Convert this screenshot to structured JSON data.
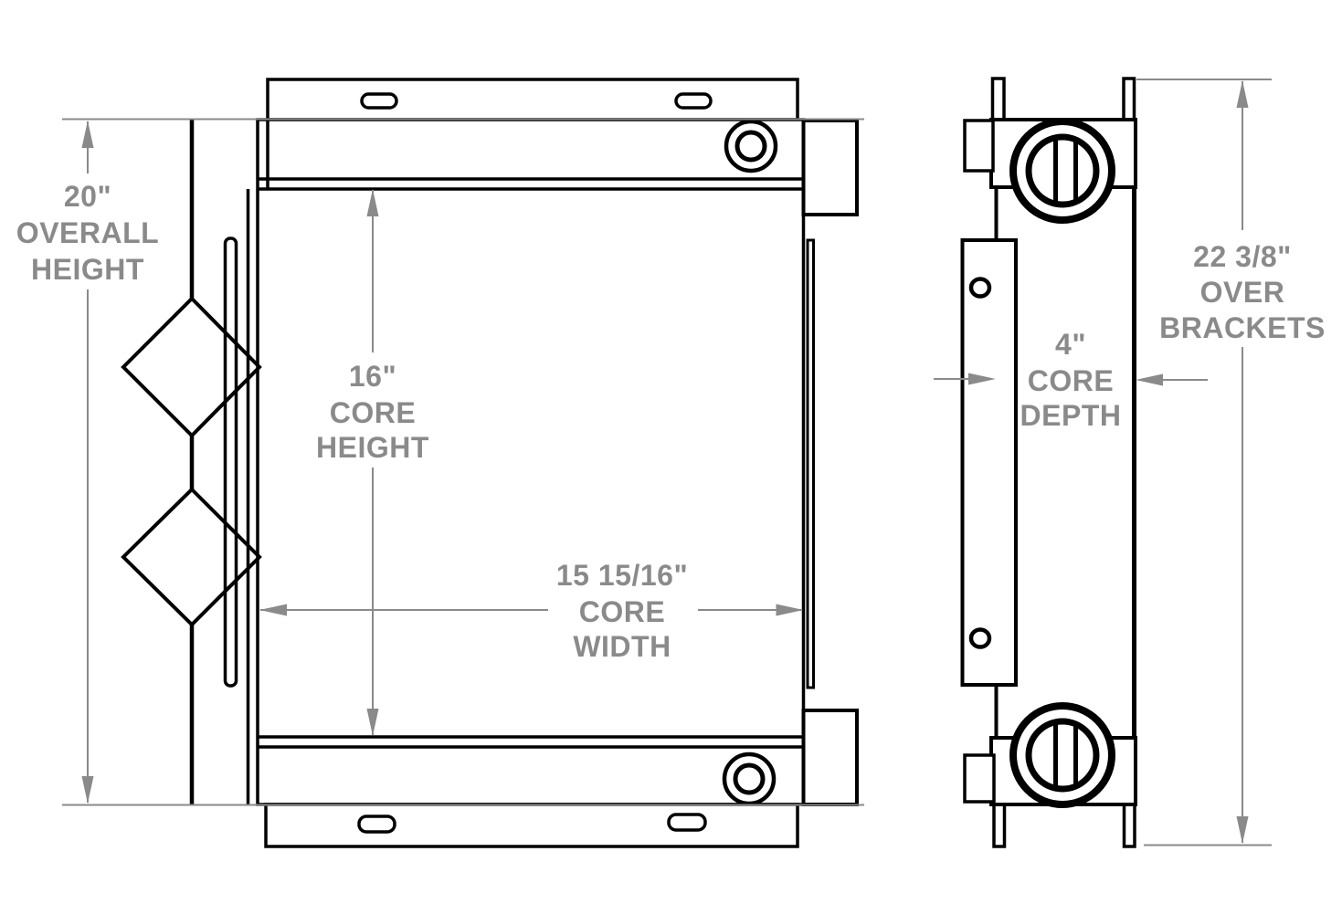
{
  "drawing": {
    "background_color": "#ffffff",
    "part_line_color": "#000000",
    "dimension_color": "#8a8a8a",
    "dimensions": {
      "overall_height": {
        "value": "20\"",
        "line2": "OVERALL",
        "line3": "HEIGHT"
      },
      "core_height": {
        "value": "16\"",
        "line2": "CORE",
        "line3": "HEIGHT"
      },
      "core_width": {
        "value": "15 15/16\"",
        "line2": "CORE",
        "line3": "WIDTH"
      },
      "core_depth": {
        "value": "4\"",
        "line2": "CORE",
        "line3": "DEPTH"
      },
      "over_brackets": {
        "value": "22 3/8\"",
        "line2": "OVER",
        "line3": "BRACKETS"
      }
    }
  }
}
